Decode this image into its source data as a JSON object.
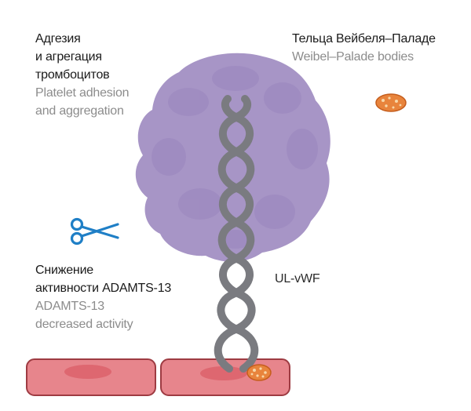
{
  "labels": {
    "platelet": {
      "ru_line1": "Адгезия",
      "ru_line2": "и агрегация",
      "ru_line3": "тромбоцитов",
      "en_line1": "Platelet adhesion",
      "en_line2": "and aggregation"
    },
    "wpb": {
      "ru": "Тельца Вейбеля–Паладе",
      "en": "Weibel–Palade bodies"
    },
    "adamts": {
      "ru_line1": "Снижение",
      "ru_line2": "активности ADAMTS-13",
      "en_line1": "ADAMTS-13",
      "en_line2": "decreased activity"
    },
    "ulvwf": "UL-vWF"
  },
  "colors": {
    "platelet_cluster": "#a795c6",
    "platelet_shade": "#9a86bd",
    "vwf_strand": "#7a7b80",
    "endothelial_cell": "#e7858c",
    "endothelial_border": "#9e3b42",
    "nucleus": "#de6770",
    "wpb_fill": "#e8843c",
    "wpb_dots": "#f7d7a8",
    "scissors": "#1f7fc6"
  },
  "icons": {
    "scissors": "scissors-icon"
  }
}
